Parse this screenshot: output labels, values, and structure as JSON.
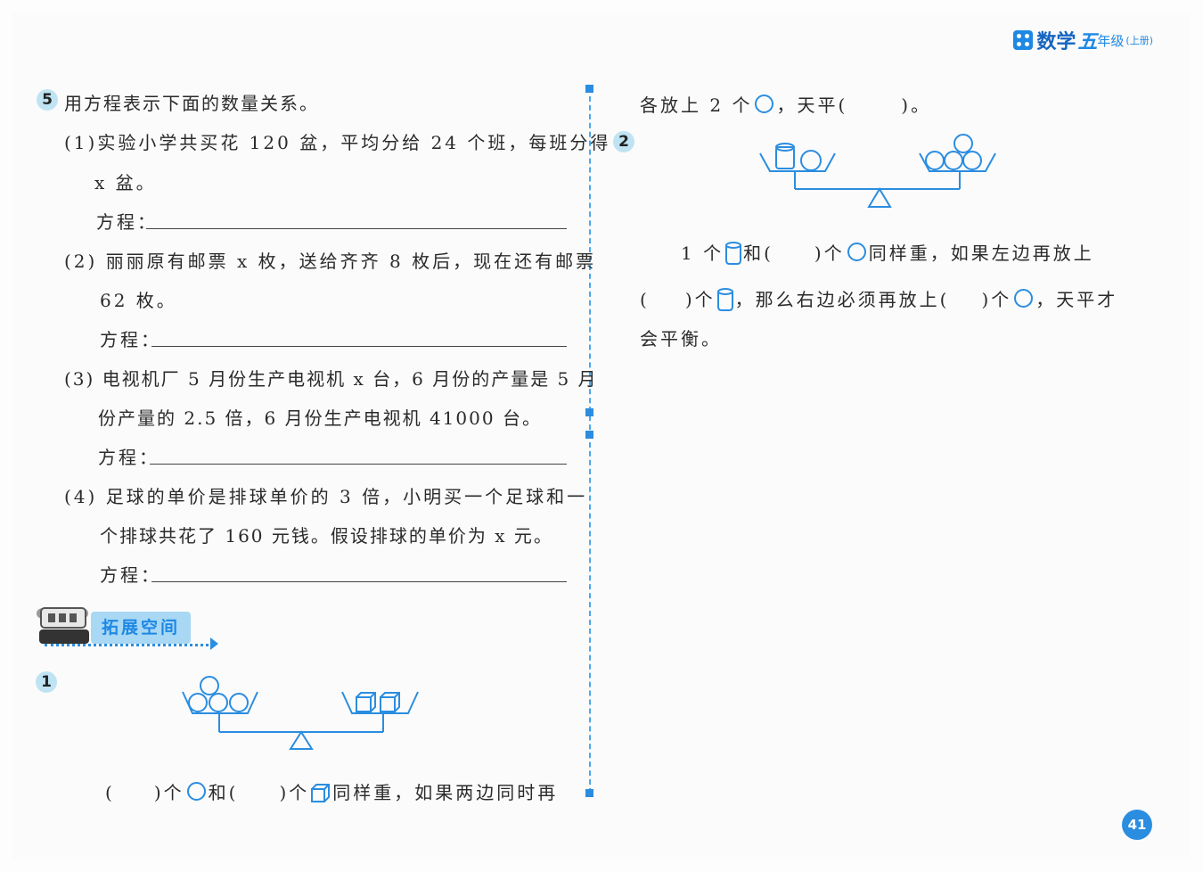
{
  "header": {
    "subject": "数学",
    "grade": "五",
    "grade_suffix": "年级",
    "volume": "(上册)"
  },
  "left": {
    "q5": {
      "number": "5",
      "title": "用方程表示下面的数量关系。",
      "items": [
        {
          "line1": "(1)实验小学共买花 120 盆，平均分给 24 个班，每班分得",
          "line2": "x 盆。",
          "eq": "方程："
        },
        {
          "line1": "(2) 丽丽原有邮票 x 枚，送给齐齐 8 枚后，现在还有邮票",
          "line2": "62 枚。",
          "eq": "方程："
        },
        {
          "line1": "(3) 电视机厂 5 月份生产电视机 x 台，6 月份的产量是 5 月",
          "line2": "份产量的 2.5 倍，6 月份生产电视机 41000 台。",
          "eq": "方程："
        },
        {
          "line1": "(4) 足球的单价是排球单价的 3 倍，小明买一个足球和一",
          "line2": "个排球共花了 160 元钱。假设排球的单价为 x 元。",
          "eq": "方程："
        }
      ]
    },
    "section_banner": "拓展空间",
    "q1": {
      "number": "1",
      "a_open": "(",
      "a_close": ")个",
      "and": "和(",
      "b_close": ")个",
      "tail": "同样重，如果两边同时再"
    }
  },
  "right": {
    "q1_cont": {
      "pre": "各放上 2 个",
      "post": "，天平(",
      "end": ")。"
    },
    "q2": {
      "number": "2",
      "l1_a": "1 个",
      "l1_b": "和(",
      "l1_c": ")个",
      "l1_d": "同样重，如果左边再放上",
      "l2_a": "(",
      "l2_b": ")个",
      "l2_c": "，那么右边必须再放上(",
      "l2_d": ")个",
      "l2_e": "，天平才",
      "l3": "会平衡。"
    }
  },
  "page_number": "41",
  "colors": {
    "accent": "#2b8de0",
    "badge": "#bfe3f3",
    "banner": "#a8d8f3"
  }
}
